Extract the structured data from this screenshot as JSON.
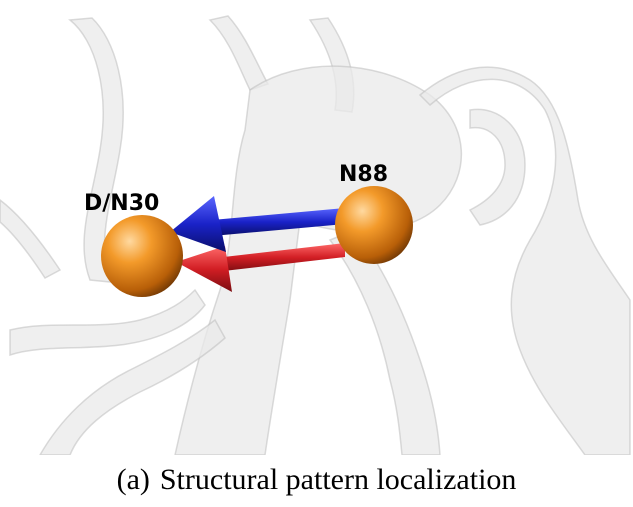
{
  "figure": {
    "atoms": {
      "left_label": "D/N30",
      "right_label": "N88"
    },
    "colors": {
      "ribbon": "#e6e6e6",
      "ribbon_edge": "#c9c9c9",
      "atom": "#e8901e",
      "arrow_blue": "#1a22c8",
      "arrow_red": "#d21e24"
    }
  },
  "caption": {
    "label": "(a)",
    "text": "Structural pattern localization"
  }
}
